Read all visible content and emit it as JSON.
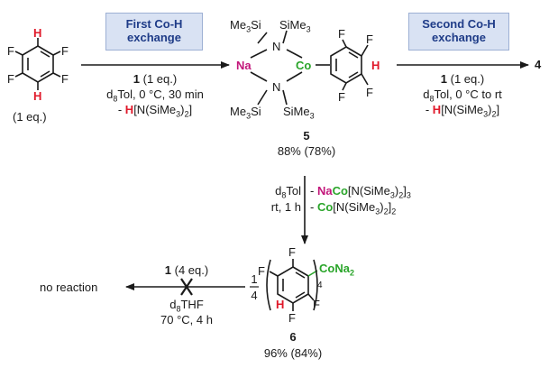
{
  "colors": {
    "hydrogen": "#e0192a",
    "sodium": "#c2167a",
    "cobalt": "#2aa52a",
    "box_fill": "#d9e2f3",
    "box_text": "#1f3c88"
  },
  "atoms": {
    "H": "H",
    "F": "F",
    "Na": "Na",
    "Co": "Co",
    "N": "N",
    "Me3Si": "Me3Si",
    "SiMe3": "SiMe3"
  },
  "start": {
    "eq": "(1 eq.)"
  },
  "step1": {
    "box_line1": "First Co-H",
    "box_line2": "exchange",
    "reagent_num": "1",
    "reagent_eq": "(1 eq.)",
    "solvent_prefix": "d",
    "solvent_sub": "8",
    "solvent_rest": "Tol, 0 °C, 30 min",
    "byproduct_minus": "- ",
    "byproduct_h": "H",
    "byproduct_rest_a": "[N(SiMe",
    "byproduct_sub3": "3",
    "byproduct_rest_b": ")",
    "byproduct_sub2": "2",
    "byproduct_rest_c": "]"
  },
  "step2": {
    "box_line1": "Second Co-H",
    "box_line2": "exchange",
    "reagent_num": "1",
    "reagent_eq": "(1 eq.)",
    "solvent_prefix": "d",
    "solvent_sub": "8",
    "solvent_rest": "Tol, 0 °C to rt",
    "byproduct_minus": "- ",
    "byproduct_h": "H",
    "byproduct_rest_a": "[N(SiMe",
    "byproduct_sub3": "3",
    "byproduct_rest_b": ")",
    "byproduct_sub2": "2",
    "byproduct_rest_c": "]",
    "product": "4"
  },
  "compound5": {
    "number": "5",
    "yield": "88% (78%)"
  },
  "step3": {
    "solvent_prefix": "d",
    "solvent_sub": "8",
    "solvent_rest": "Tol",
    "conditions": "rt, 1 h",
    "minus1": "- ",
    "na": "Na",
    "co": "Co",
    "rest1_a": "[N(SiMe",
    "rest1_sub3": "3",
    "rest1_b": ")",
    "rest1_sub2": "2",
    "rest1_c": "]",
    "rest1_sub3b": "3",
    "minus2": "- ",
    "co2": "Co",
    "rest2_a": "[N(SiMe",
    "rest2_sub3": "3",
    "rest2_b": ")",
    "rest2_sub2": "2",
    "rest2_c": "]",
    "rest2_sub2b": "2"
  },
  "compound6": {
    "number": "6",
    "yield": "96% (84%)",
    "conat": "CoNa",
    "conat_sub": "2",
    "subscript4": "4",
    "frac_num": "1",
    "frac_den": "4"
  },
  "step4": {
    "result": "no reaction",
    "reagent_num": "1",
    "reagent_eq": "(4 eq.)",
    "solvent_prefix": "d",
    "solvent_sub": "8",
    "solvent_rest": "THF",
    "conditions": "70 °C, 4 h"
  }
}
